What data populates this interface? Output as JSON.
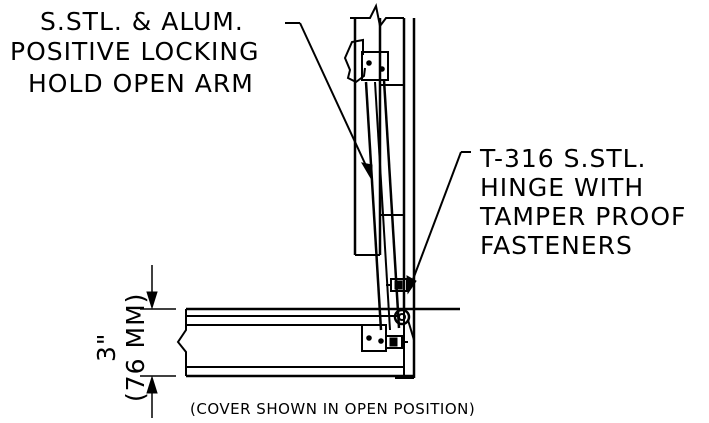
{
  "callouts": {
    "arm": {
      "line1": "S.STL. & ALUM.",
      "line2": "POSITIVE LOCKING",
      "line3": "HOLD OPEN ARM"
    },
    "hinge": {
      "line1": "T-316 S.STL.",
      "line2": "HINGE WITH",
      "line3": "TAMPER PROOF",
      "line4": "FASTENERS"
    }
  },
  "dimension": {
    "imperial": "3\"",
    "metric": "(76 MM)"
  },
  "caption": "(COVER SHOWN IN OPEN POSITION)"
}
